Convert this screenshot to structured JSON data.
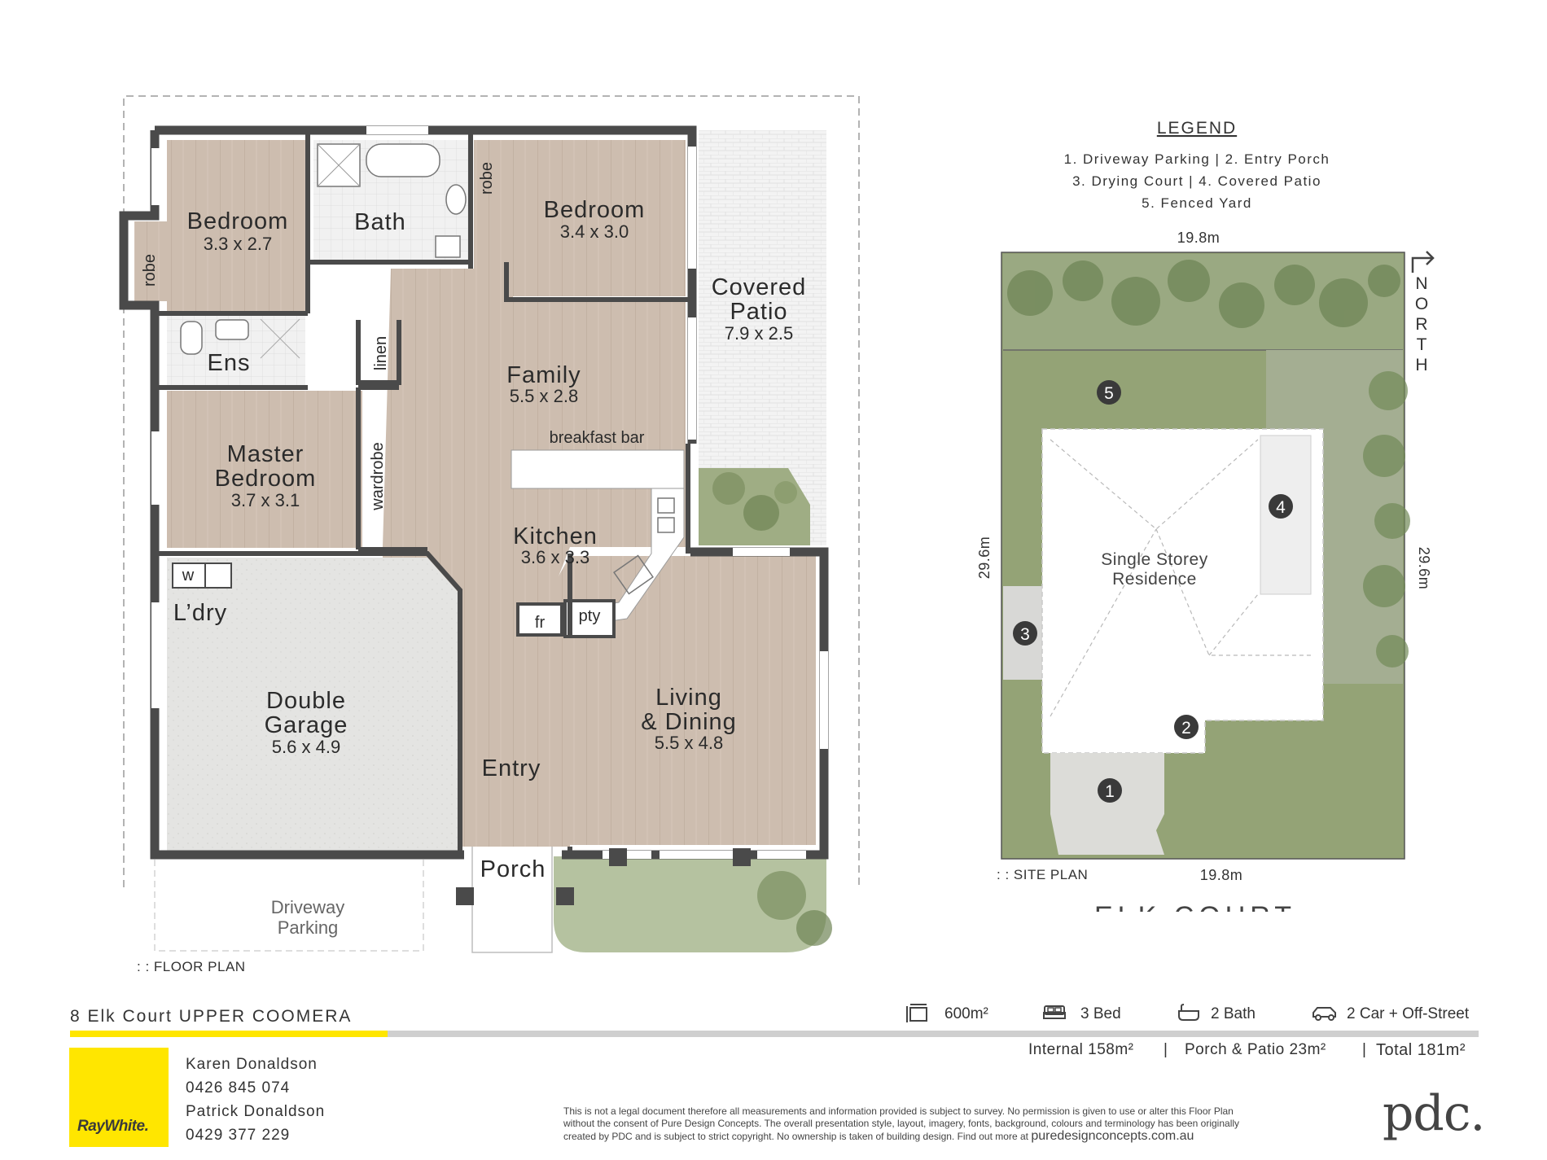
{
  "floor_plan": {
    "caption": ": : FLOOR PLAN",
    "rooms": {
      "bedroom2": {
        "name": "Bedroom",
        "dims": "3.3 x 2.7"
      },
      "bath": {
        "name": "Bath"
      },
      "bedroom3": {
        "name": "Bedroom",
        "dims": "3.4 x 3.0"
      },
      "robe1": {
        "name": "robe"
      },
      "robe2": {
        "name": "robe"
      },
      "ens": {
        "name": "Ens"
      },
      "linen": {
        "name": "linen"
      },
      "family": {
        "name": "Family",
        "dims": "5.5 x 2.8"
      },
      "breakfast_bar": {
        "name": "breakfast bar"
      },
      "covered_patio": {
        "name1": "Covered",
        "name2": "Patio",
        "dims": "7.9 x 2.5"
      },
      "master": {
        "name1": "Master",
        "name2": "Bedroom",
        "dims": "3.7 x 3.1"
      },
      "wardrobe": {
        "name": "wardrobe"
      },
      "kitchen": {
        "name": "Kitchen",
        "dims": "3.6 x 3.3"
      },
      "fridge": {
        "name": "fr"
      },
      "pantry": {
        "name": "pty"
      },
      "washer": {
        "name": "w"
      },
      "laundry": {
        "name": "L’dry"
      },
      "garage": {
        "name1": "Double",
        "name2": "Garage",
        "dims": "5.6 x 4.9"
      },
      "living": {
        "name1": "Living",
        "name2": "& Dining",
        "dims": "5.5 x 4.8"
      },
      "entry": {
        "name": "Entry"
      },
      "porch": {
        "name": "Porch"
      },
      "driveway": {
        "name1": "Driveway",
        "name2": "Parking"
      }
    }
  },
  "site_plan": {
    "caption": ": : SITE PLAN",
    "legend_title": "LEGEND",
    "legend_lines": [
      "1. Driveway Parking  |  2. Entry Porch",
      "3. Drying Court  |  4. Covered Patio",
      "5. Fenced Yard"
    ],
    "width_top": "19.8m",
    "width_bottom": "19.8m",
    "depth_left": "29.6m",
    "depth_right": "29.6m",
    "north": [
      "N",
      "O",
      "R",
      "T",
      "H"
    ],
    "residence_line1": "Single Storey",
    "residence_line2": "Residence",
    "markers": [
      "1",
      "2",
      "3",
      "4",
      "5"
    ],
    "street": "ELK COURT"
  },
  "footer": {
    "address": "8 Elk Court UPPER COOMERA",
    "stats": {
      "land": "600m²",
      "bed": "3 Bed",
      "bath": "2 Bath",
      "car": "2 Car + Off-Street"
    },
    "areas": {
      "internal": "Internal 158m²",
      "porch_patio": "Porch & Patio  23m²",
      "total": "Total 181m²",
      "sep": "|"
    },
    "agents": [
      "Karen Donaldson",
      "0426 845 074",
      "Patrick Donaldson",
      "0429 377 229"
    ],
    "brand": "RayWhite.",
    "disclaimer_1": "This is not a legal document therefore all measurements and information provided is subject to survey. No permission is given to use or alter this Floor Plan",
    "disclaimer_2": "without the consent of Pure Design Concepts. The overall presentation style, layout, imagery, fonts, background, colours and terminology has been originally",
    "disclaimer_3": "created by PDC and is subject to strict copyright. No ownership is taken of building design. Find out more at",
    "website": "puredesignconcepts.com.au",
    "pdc_logo": "pdc."
  },
  "colors": {
    "wall": "#4a4a4a",
    "floor_wood": "#cfbfb1",
    "floor_concrete": "#e3e3e1",
    "tile": "#e8e8e8",
    "grass": "#8e9f6e",
    "yellow": "#ffe600",
    "bar_gray": "#cfcfcf"
  }
}
